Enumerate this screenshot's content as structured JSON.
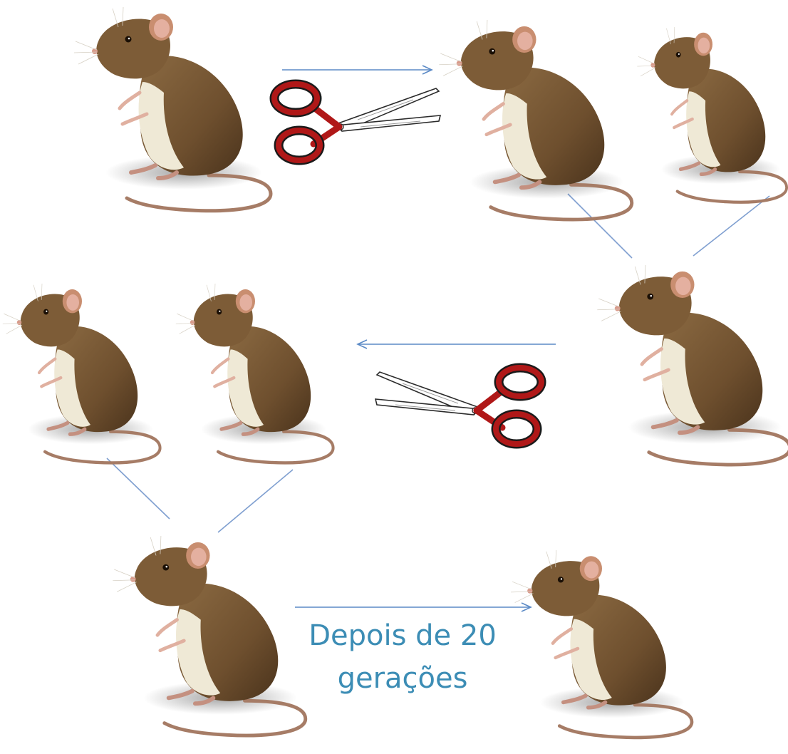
{
  "caption": {
    "line1": "Depois de 20",
    "line2": "gerações"
  },
  "colors": {
    "arrow": "#5b8ac6",
    "caption": "#3c8db5",
    "mouse_fur": "#7a5a35",
    "mouse_belly": "#efe9d6",
    "mouse_ear": "#e4b0a0",
    "tail": "#a67c66",
    "scissor_handle": "#b01818"
  },
  "mice": [
    {
      "id": "p1-parent",
      "icon": "mouse-icon"
    },
    {
      "id": "p1-clone-a",
      "icon": "mouse-icon"
    },
    {
      "id": "p1-clone-b",
      "icon": "mouse-icon"
    },
    {
      "id": "g2-offspring",
      "icon": "mouse-icon"
    },
    {
      "id": "g2-clone-a",
      "icon": "mouse-icon"
    },
    {
      "id": "g2-clone-b",
      "icon": "mouse-icon"
    },
    {
      "id": "g3-offspring",
      "icon": "mouse-icon"
    },
    {
      "id": "g20-descendant",
      "icon": "mouse-icon"
    }
  ],
  "scissors": [
    {
      "id": "cut-1",
      "icon": "scissors-icon"
    },
    {
      "id": "cut-2",
      "icon": "scissors-icon"
    }
  ]
}
